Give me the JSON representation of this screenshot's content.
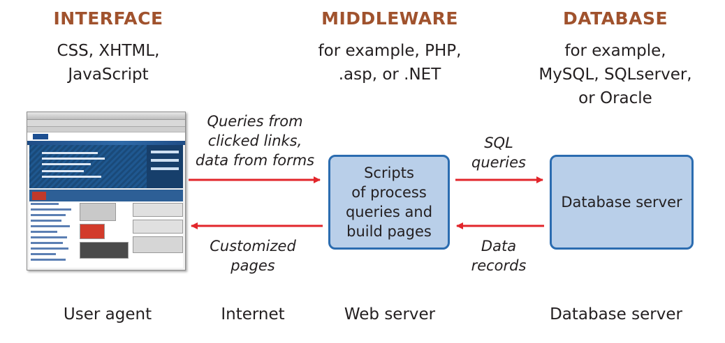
{
  "columns": {
    "interface": {
      "title": "INTERFACE",
      "lines": [
        "CSS, XHTML,",
        "JavaScript"
      ]
    },
    "middleware": {
      "title": "MIDDLEWARE",
      "lines": [
        "for example, PHP,",
        ".asp, or .NET"
      ]
    },
    "database": {
      "title": "DATABASE",
      "lines": [
        "for example,",
        "MySQL, SQLserver,",
        "or Oracle"
      ]
    }
  },
  "flows": {
    "to_web_server": [
      "Queries from",
      "clicked links,",
      "data from forms"
    ],
    "to_browser": [
      "Customized",
      "pages"
    ],
    "to_database": [
      "SQL",
      "queries"
    ],
    "to_web_server_from_db": [
      "Data",
      "records"
    ]
  },
  "nodes": {
    "web_server_box": [
      "Scripts",
      "of process",
      "queries and",
      "build pages"
    ],
    "database_box": "Database server"
  },
  "bottom_labels": {
    "user_agent": "User agent",
    "internet": "Internet",
    "web_server": "Web server",
    "database_server": "Database server"
  },
  "colors": {
    "heading": "#a0522d",
    "arrow": "#e2262b",
    "box_fill": "#b9cfe9",
    "box_border": "#2b6cb0"
  }
}
